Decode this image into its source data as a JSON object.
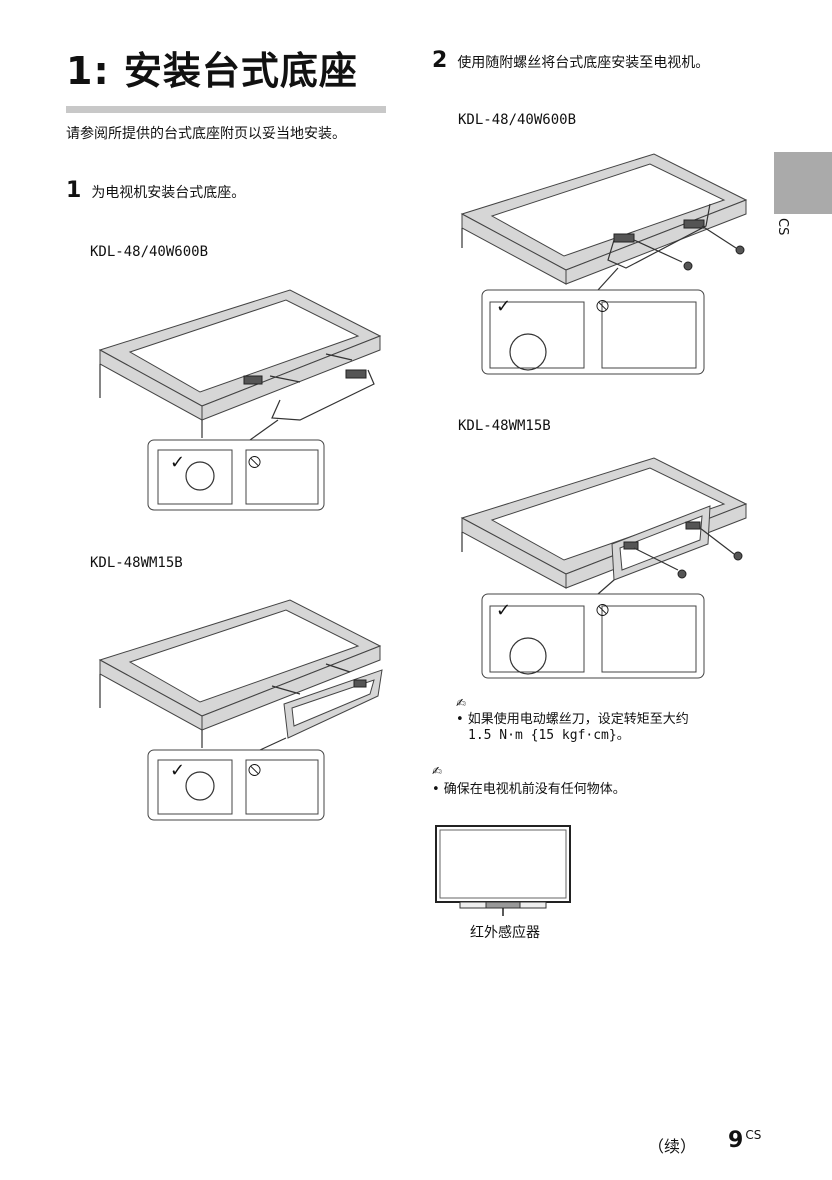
{
  "header": {
    "title": "1: 安装台式底座"
  },
  "intro": "请参阅所提供的台式底座附页以妥当地安装。",
  "steps": [
    {
      "number": "1",
      "text": "为电视机安装台式底座。"
    },
    {
      "number": "2",
      "text": "使用随附螺丝将台式底座安装至电视机。"
    }
  ],
  "models": {
    "a": "KDL-48/40W600B",
    "b": "KDL-48WM15B"
  },
  "side_tab": {
    "label": "CS"
  },
  "notes": [
    {
      "icon": "note-pencil-icon",
      "text_line1": "• 如果使用电动螺丝刀，设定转矩至大约",
      "text_line2": "1.5 N·m {15 kgf·cm}。"
    },
    {
      "icon": "note-pencil-icon",
      "text_line1": "• 确保在电视机前没有任何物体。"
    }
  ],
  "tv_caption": "红外感应器",
  "footer": {
    "continued": "（续）",
    "page": "9",
    "suffix": "CS"
  },
  "symbols": {
    "check": "✓",
    "prohibit": "⦸",
    "note": "✍"
  }
}
